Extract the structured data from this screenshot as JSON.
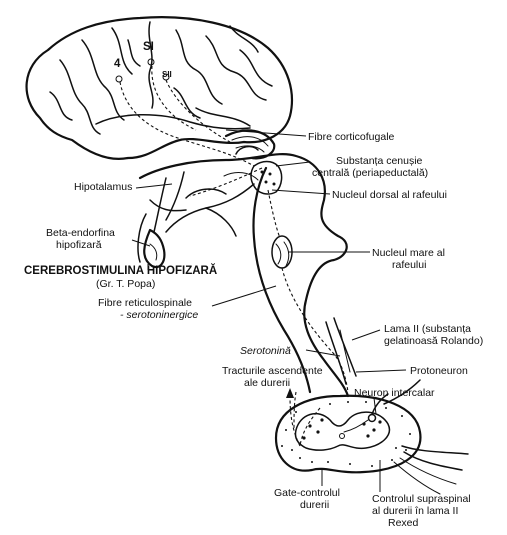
{
  "labels": {
    "s1": "SI",
    "s2": "SII",
    "area4": "4",
    "fibre_corticofugale": "Fibre corticofugale",
    "substanta_cenusie_1": "Substanța cenușie",
    "substanta_cenusie_2": "centrală (periapeductală)",
    "hipotalamus": "Hipotalamus",
    "nucleul_dorsal": "Nucleul dorsal al rafeului",
    "beta_endorfina_1": "Beta-endorfina",
    "beta_endorfina_2": "hipofizară",
    "nucleul_mare_1": "Nucleul mare al",
    "nucleul_mare_2": "rafeului",
    "cerebrostimulina": "CEREBROSTIMULINA HIPOFIZARĂ",
    "popa": "(Gr. T. Popa)",
    "fibre_reticulospinale_1": "Fibre reticulospinale",
    "fibre_reticulospinale_2": "- serotoninergice",
    "lama_ii_1": "Lama II (substanța",
    "lama_ii_2": "gelatinoasă Rolando)",
    "serotonina": "Serotonină",
    "protoneuron": "Protoneuron",
    "tracturile_1": "Tracturile ascendente",
    "tracturile_2": "ale durerii",
    "neuron_intercalar": "Neuron intercalar",
    "gate_1": "Gate-controlul",
    "gate_2": "durerii",
    "control_1": "Controlul supraspinal",
    "control_2": "al durerii în lama II",
    "control_3": "Rexed"
  }
}
